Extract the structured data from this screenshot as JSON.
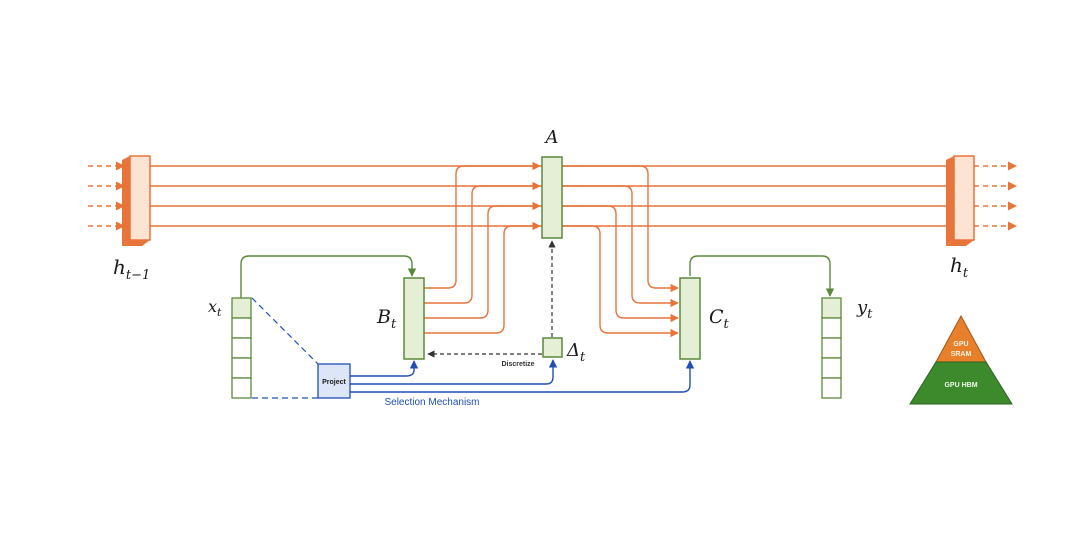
{
  "labels": {
    "A": "A",
    "h_prev_main": "h",
    "h_prev_sub": "t−1",
    "h_next_main": "h",
    "h_next_sub": "t",
    "x_main": "x",
    "x_sub": "t",
    "B_main": "B",
    "B_sub": "t",
    "C_main": "C",
    "C_sub": "t",
    "y_main": "y",
    "y_sub": "t",
    "delta_main": "Δ",
    "delta_sub": "t",
    "project": "Project",
    "discretize": "Discretize",
    "selection": "Selection Mechanism"
  },
  "pyramid": {
    "top_line1": "GPU",
    "top_line2": "SRAM",
    "bottom": "GPU HBM"
  },
  "colors": {
    "orange": "#e8743a",
    "orange_fill": "#fde3d2",
    "green_stroke": "#5a8a3a",
    "green_fill": "#e4efd6",
    "blue": "#1f4fb4",
    "pyramid_top": "#e87f2b",
    "pyramid_bottom": "#3d8a2c"
  }
}
